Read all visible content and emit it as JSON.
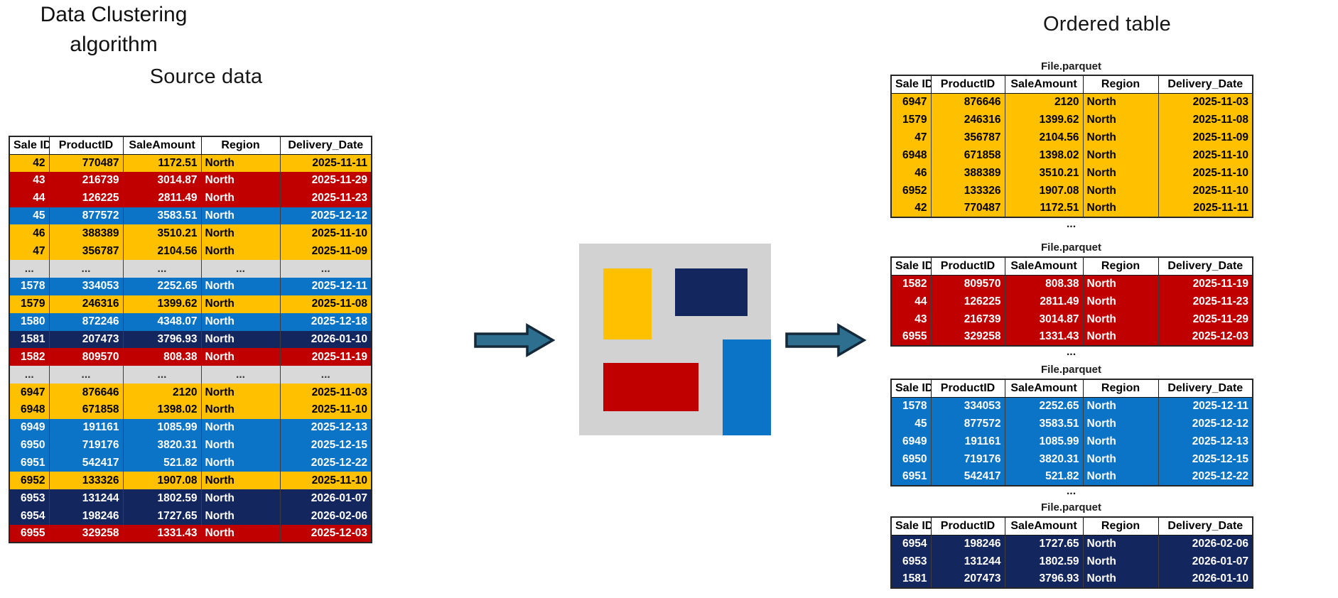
{
  "columns": [
    "Sale ID",
    "ProductID",
    "SaleAmount",
    "Region",
    "Delivery_Date"
  ],
  "source": {
    "title": "Source data",
    "table": {
      "rows": [
        {
          "cells": [
            "42",
            "770487",
            "1172.51",
            "North",
            "2025-11-11"
          ],
          "cluster": "yellow"
        },
        {
          "cells": [
            "43",
            "216739",
            "3014.87",
            "North",
            "2025-11-29"
          ],
          "cluster": "red"
        },
        {
          "cells": [
            "44",
            "126225",
            "2811.49",
            "North",
            "2025-11-23"
          ],
          "cluster": "red"
        },
        {
          "cells": [
            "45",
            "877572",
            "3583.51",
            "North",
            "2025-12-12"
          ],
          "cluster": "blue"
        },
        {
          "cells": [
            "46",
            "388389",
            "3510.21",
            "North",
            "2025-11-10"
          ],
          "cluster": "yellow"
        },
        {
          "cells": [
            "47",
            "356787",
            "2104.56",
            "North",
            "2025-11-09"
          ],
          "cluster": "yellow"
        },
        {
          "cells": [
            "...",
            "...",
            "...",
            "...",
            "..."
          ],
          "cluster": "dots"
        },
        {
          "cells": [
            "1578",
            "334053",
            "2252.65",
            "North",
            "2025-12-11"
          ],
          "cluster": "blue"
        },
        {
          "cells": [
            "1579",
            "246316",
            "1399.62",
            "North",
            "2025-11-08"
          ],
          "cluster": "yellow"
        },
        {
          "cells": [
            "1580",
            "872246",
            "4348.07",
            "North",
            "2025-12-18"
          ],
          "cluster": "blue"
        },
        {
          "cells": [
            "1581",
            "207473",
            "3796.93",
            "North",
            "2026-01-10"
          ],
          "cluster": "navy"
        },
        {
          "cells": [
            "1582",
            "809570",
            "808.38",
            "North",
            "2025-11-19"
          ],
          "cluster": "red"
        },
        {
          "cells": [
            "...",
            "...",
            "...",
            "...",
            "..."
          ],
          "cluster": "dots"
        },
        {
          "cells": [
            "6947",
            "876646",
            "2120",
            "North",
            "2025-11-03"
          ],
          "cluster": "yellow"
        },
        {
          "cells": [
            "6948",
            "671858",
            "1398.02",
            "North",
            "2025-11-10"
          ],
          "cluster": "yellow"
        },
        {
          "cells": [
            "6949",
            "191161",
            "1085.99",
            "North",
            "2025-12-13"
          ],
          "cluster": "blue"
        },
        {
          "cells": [
            "6950",
            "719176",
            "3820.31",
            "North",
            "2025-12-15"
          ],
          "cluster": "blue"
        },
        {
          "cells": [
            "6951",
            "542417",
            "521.82",
            "North",
            "2025-12-22"
          ],
          "cluster": "blue"
        },
        {
          "cells": [
            "6952",
            "133326",
            "1907.08",
            "North",
            "2025-11-10"
          ],
          "cluster": "yellow"
        },
        {
          "cells": [
            "6953",
            "131244",
            "1802.59",
            "North",
            "2026-01-07"
          ],
          "cluster": "navy"
        },
        {
          "cells": [
            "6954",
            "198246",
            "1727.65",
            "North",
            "2026-02-06"
          ],
          "cluster": "navy"
        },
        {
          "cells": [
            "6955",
            "329258",
            "1331.43",
            "North",
            "2025-12-03"
          ],
          "cluster": "red"
        }
      ]
    }
  },
  "algorithm": {
    "title_line1": "Data Clustering",
    "title_line2": "algorithm",
    "icon_blocks": [
      "yellow-block",
      "navy-block",
      "red-block",
      "blue-block"
    ]
  },
  "ordered": {
    "title": "Ordered table",
    "separator": "...",
    "files": [
      {
        "label": "File.parquet",
        "cluster": "yellow",
        "rows": [
          [
            "6947",
            "876646",
            "2120",
            "North",
            "2025-11-03"
          ],
          [
            "1579",
            "246316",
            "1399.62",
            "North",
            "2025-11-08"
          ],
          [
            "47",
            "356787",
            "2104.56",
            "North",
            "2025-11-09"
          ],
          [
            "6948",
            "671858",
            "1398.02",
            "North",
            "2025-11-10"
          ],
          [
            "46",
            "388389",
            "3510.21",
            "North",
            "2025-11-10"
          ],
          [
            "6952",
            "133326",
            "1907.08",
            "North",
            "2025-11-10"
          ],
          [
            "42",
            "770487",
            "1172.51",
            "North",
            "2025-11-11"
          ]
        ]
      },
      {
        "label": "File.parquet",
        "cluster": "red",
        "rows": [
          [
            "1582",
            "809570",
            "808.38",
            "North",
            "2025-11-19"
          ],
          [
            "44",
            "126225",
            "2811.49",
            "North",
            "2025-11-23"
          ],
          [
            "43",
            "216739",
            "3014.87",
            "North",
            "2025-11-29"
          ],
          [
            "6955",
            "329258",
            "1331.43",
            "North",
            "2025-12-03"
          ]
        ]
      },
      {
        "label": "File.parquet",
        "cluster": "blue",
        "rows": [
          [
            "1578",
            "334053",
            "2252.65",
            "North",
            "2025-12-11"
          ],
          [
            "45",
            "877572",
            "3583.51",
            "North",
            "2025-12-12"
          ],
          [
            "6949",
            "191161",
            "1085.99",
            "North",
            "2025-12-13"
          ],
          [
            "6950",
            "719176",
            "3820.31",
            "North",
            "2025-12-15"
          ],
          [
            "6951",
            "542417",
            "521.82",
            "North",
            "2025-12-22"
          ]
        ]
      },
      {
        "label": "File.parquet",
        "cluster": "navy",
        "rows": [
          [
            "6954",
            "198246",
            "1727.65",
            "North",
            "2026-02-06"
          ],
          [
            "6953",
            "131244",
            "1802.59",
            "North",
            "2026-01-07"
          ],
          [
            "1581",
            "207473",
            "3796.93",
            "North",
            "2026-01-10"
          ]
        ]
      }
    ]
  },
  "colors": {
    "yellow": "#FFC000",
    "red": "#C00000",
    "blue": "#0B74C6",
    "navy": "#13265E",
    "dots_row_bg": "#D9D9D9",
    "icon_bg": "#D2D2D2",
    "arrow": "#2E6E8E"
  }
}
